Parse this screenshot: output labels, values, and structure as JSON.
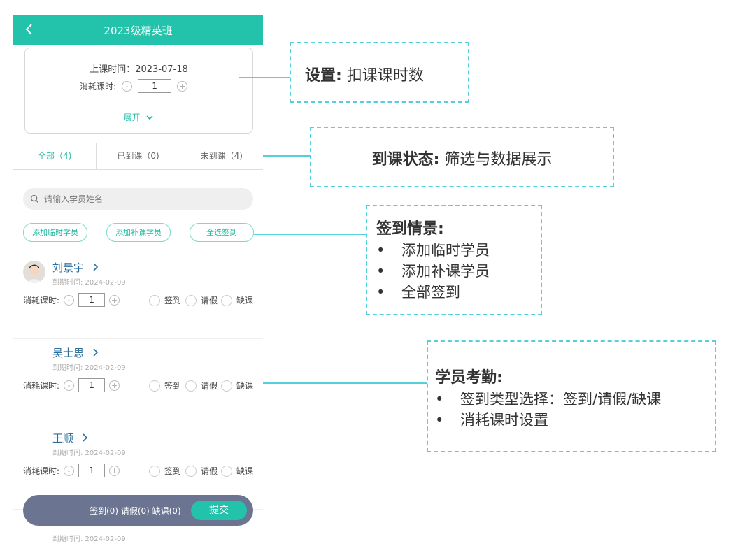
{
  "app": {
    "title": "2023级精英班"
  },
  "lesson": {
    "time_label": "上课时间：",
    "time_value": "2023-07-18",
    "consume_label": "消耗课时:",
    "consume_value": "1",
    "minus": "-",
    "plus": "+",
    "expand_label": "展开"
  },
  "tabs": [
    {
      "label": "全部（4)"
    },
    {
      "label": "已到课（0)"
    },
    {
      "label": "未到课（4)"
    }
  ],
  "search": {
    "placeholder": "请输入学员姓名"
  },
  "actions": {
    "add_temp": "添加临时学员",
    "add_makeup": "添加补课学员",
    "select_all": "全选签到"
  },
  "students": [
    {
      "name": "刘景宇",
      "expiry": "到期时间: 2024-02-09",
      "consume_label": "消耗课时:",
      "consume_value": "1",
      "opt_sign": "签到",
      "opt_leave": "请假",
      "opt_absent": "缺课"
    },
    {
      "name": "吴士思",
      "expiry": "到期时间: 2024-02-09",
      "consume_label": "消耗课时:",
      "consume_value": "1",
      "opt_sign": "签到",
      "opt_leave": "请假",
      "opt_absent": "缺课"
    },
    {
      "name": "王顺",
      "expiry": "到期时间: 2024-02-09",
      "consume_label": "消耗课时:",
      "consume_value": "1",
      "opt_sign": "签到",
      "opt_leave": "请假",
      "opt_absent": "缺课"
    }
  ],
  "partial_student": {
    "expiry": "到期时间: 2024-02-09"
  },
  "bottom_bar": {
    "summary": "签到(0) 请假(0) 缺课(0)",
    "submit": "提交"
  },
  "callouts": {
    "settings": {
      "title": "设置:",
      "desc": "扣课课时数"
    },
    "status": {
      "title": "到课状态:",
      "desc": "筛选与数据展示"
    },
    "signin": {
      "title": "签到情景:",
      "items": [
        "添加临时学员",
        "添加补课学员",
        "全部签到"
      ]
    },
    "attendance": {
      "title": "学员考勤:",
      "items": [
        "签到类型选择：签到/请假/缺课",
        "消耗课时设置"
      ]
    }
  },
  "colors": {
    "accent": "#22c3aa",
    "callout_border": "#55cfd9",
    "bottom_bar": "#6b7592",
    "name_blue": "#2c6f9d"
  },
  "icons": [
    "back-icon",
    "chevron-down-icon",
    "search-icon",
    "chevron-right-icon",
    "avatar"
  ]
}
